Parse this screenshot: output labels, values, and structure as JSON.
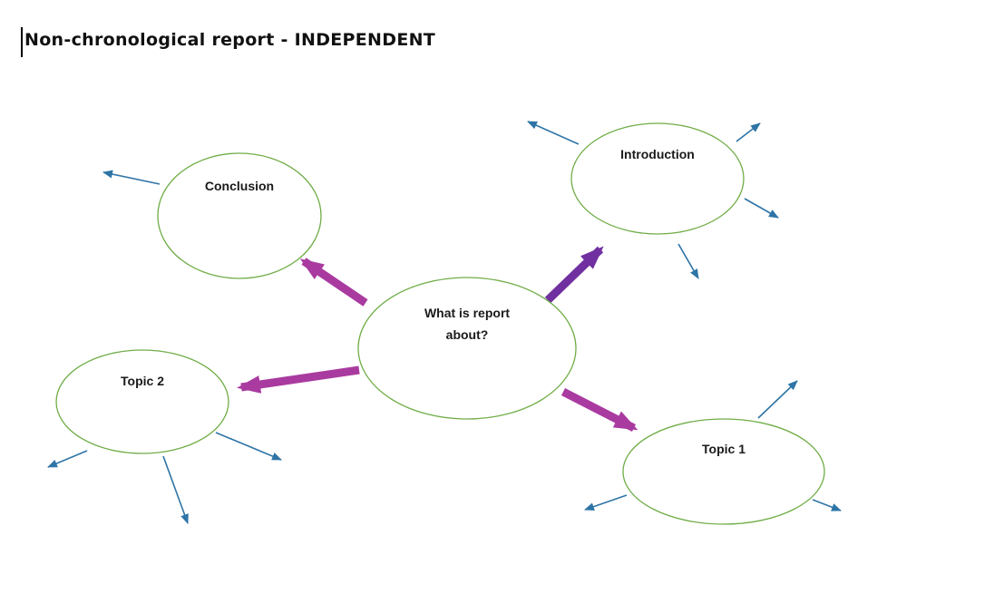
{
  "title": {
    "text": "Non-chronological report - INDEPENDENT"
  },
  "colors": {
    "node_outline_green": "#70AD47",
    "connector_magenta": "#A93BA0",
    "connector_purple": "#7030A0",
    "branch_blue": "#2E74A6",
    "label_text": "#1A1A1A",
    "title_text": "#111111"
  },
  "diagram": {
    "type": "mind-map",
    "center": {
      "id": "central",
      "label": "What is report about?",
      "lines": [
        "What is report",
        "about?"
      ]
    },
    "nodes": [
      {
        "id": "introduction",
        "label": "Introduction"
      },
      {
        "id": "conclusion",
        "label": "Conclusion"
      },
      {
        "id": "topic1",
        "label": "Topic 1"
      },
      {
        "id": "topic2",
        "label": "Topic 2"
      }
    ],
    "connections": [
      {
        "from": "central",
        "to": "conclusion",
        "style": "thick-arrow",
        "color": "magenta"
      },
      {
        "from": "central",
        "to": "introduction",
        "style": "thick-arrow",
        "color": "purple"
      },
      {
        "from": "central",
        "to": "topic2",
        "style": "thick-arrow",
        "color": "magenta"
      },
      {
        "from": "central",
        "to": "topic1",
        "style": "thick-arrow",
        "color": "magenta"
      }
    ],
    "branches": [
      {
        "node": "conclusion",
        "direction": "upper-left"
      },
      {
        "node": "introduction",
        "direction": "upper-left"
      },
      {
        "node": "introduction",
        "direction": "upper-right"
      },
      {
        "node": "introduction",
        "direction": "lower-right"
      },
      {
        "node": "introduction",
        "direction": "down"
      },
      {
        "node": "topic2",
        "direction": "lower-left"
      },
      {
        "node": "topic2",
        "direction": "down"
      },
      {
        "node": "topic2",
        "direction": "lower-right"
      },
      {
        "node": "topic1",
        "direction": "upper-right"
      },
      {
        "node": "topic1",
        "direction": "lower-left"
      },
      {
        "node": "topic1",
        "direction": "lower-right"
      }
    ]
  }
}
